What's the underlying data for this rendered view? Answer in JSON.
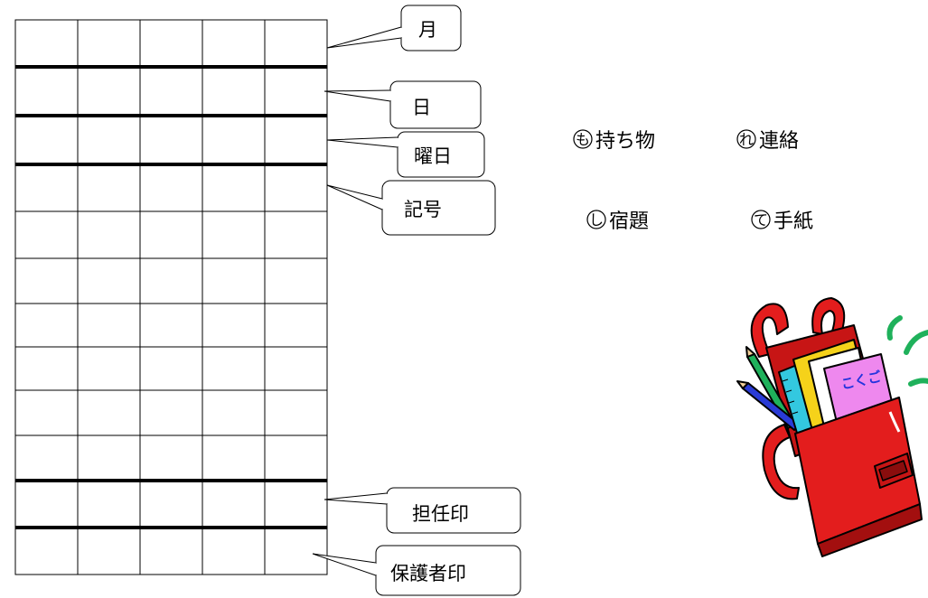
{
  "grid": {
    "columns": 5,
    "rows": 12
  },
  "callouts": {
    "month": "月",
    "day": "日",
    "weekday": "曜日",
    "symbol": "記号",
    "teacher_stamp": "担任印",
    "guardian_stamp": "保護者印"
  },
  "legend": [
    {
      "mark": "も",
      "text": "持ち物"
    },
    {
      "mark": "れ",
      "text": "連絡"
    },
    {
      "mark": "し",
      "text": "宿題"
    },
    {
      "mark": "て",
      "text": "手紙"
    }
  ],
  "illustration": {
    "book_label": "こくご",
    "colors": {
      "bag": "#e31d1d",
      "bag_dark": "#a30f0f",
      "book_pink": "#ee88ee",
      "book_yellow": "#f5d21a",
      "book_cyan": "#33c8e0",
      "accent_green": "#1fb15b"
    }
  }
}
